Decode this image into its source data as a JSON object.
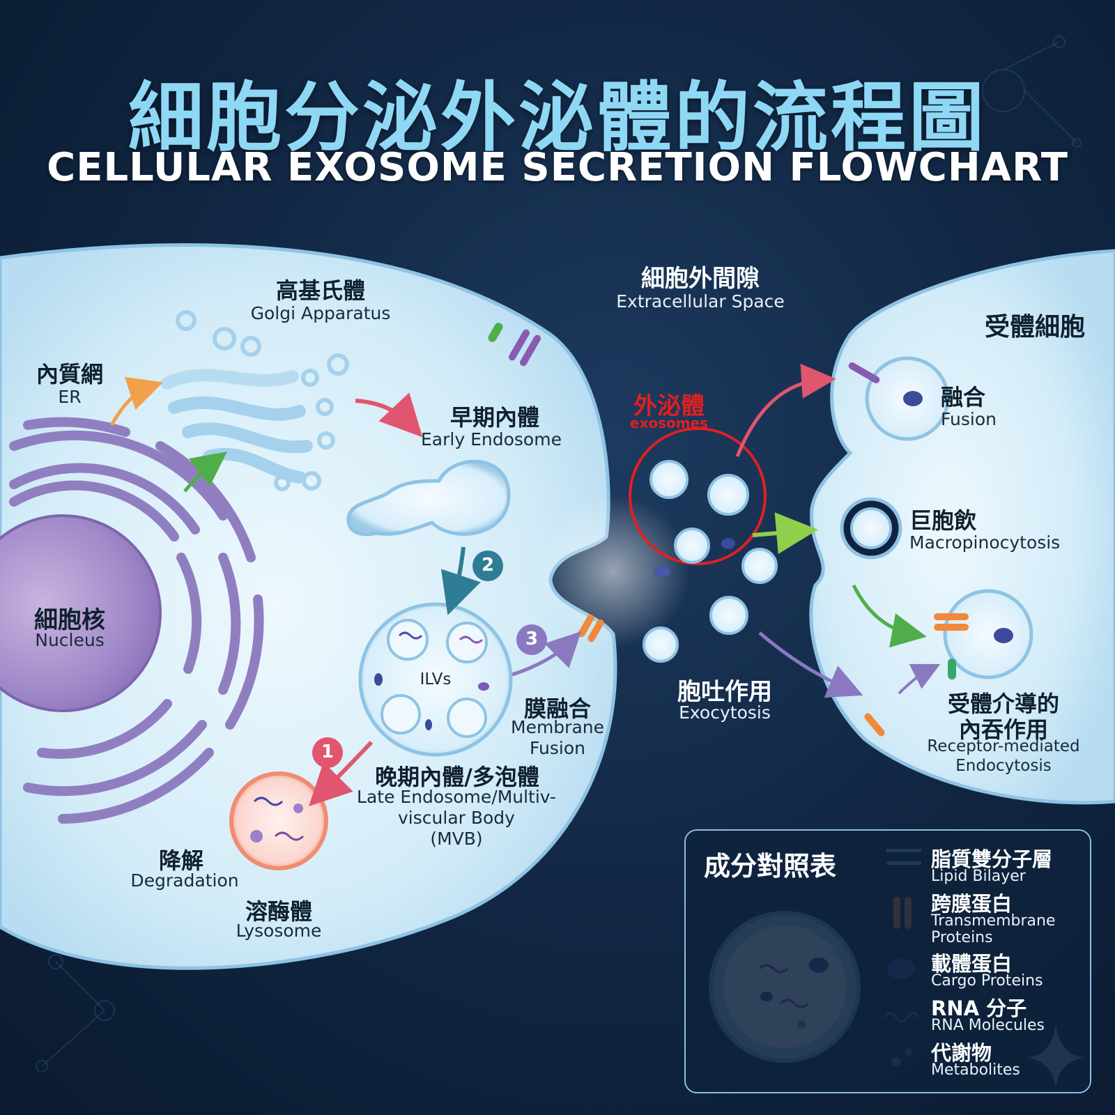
{
  "title": {
    "zh": "細胞分泌外泌體的流程圖",
    "en": "CELLULAR EXOSOME SECRETION FLOWCHART"
  },
  "labels": {
    "er": {
      "zh": "內質網",
      "en": "ER"
    },
    "golgi": {
      "zh": "高基氏體",
      "en": "Golgi Apparatus"
    },
    "early_endosome": {
      "zh": "早期內體",
      "en": "Early Endosome"
    },
    "nucleus": {
      "zh": "細胞核",
      "en": "Nucleus"
    },
    "ilvs": "ILVs",
    "late_endosome": {
      "zh": "晚期內體/多泡體",
      "en1": "Late Endosome/Multiv-",
      "en2": "viscular Body",
      "en3": "(MVB)"
    },
    "membrane_fusion": {
      "zh": "膜融合",
      "en1": "Membrane",
      "en2": "Fusion"
    },
    "degradation": {
      "zh": "降解",
      "en": "Degradation"
    },
    "lysosome": {
      "zh": "溶酶體",
      "en": "Lysosome"
    },
    "extracellular_space": {
      "zh": "細胞外間隙",
      "en": "Extracellular Space"
    },
    "exosomes": {
      "zh": "外泌體",
      "en": "exosomes"
    },
    "exocytosis": {
      "zh": "胞吐作用",
      "en": "Exocytosis"
    },
    "recipient_cell": {
      "zh": "受體細胞"
    },
    "fusion": {
      "zh": "融合",
      "en": "Fusion"
    },
    "macropinocytosis": {
      "zh": "巨胞飲",
      "en": "Macropinocytosis"
    },
    "receptor_mediated": {
      "zh1": "受體介導的",
      "zh2": "內吞作用",
      "en1": "Receptor-mediated",
      "en2": "Endocytosis"
    }
  },
  "steps": [
    "1",
    "2",
    "3"
  ],
  "legend": {
    "title": "成分對照表",
    "items": [
      {
        "zh": "脂質雙分子層",
        "en1": "Lipid Bilayer",
        "en2": "",
        "icon": "lipid-bilayer-icon"
      },
      {
        "zh": "跨膜蛋白",
        "en1": "Transmembrane",
        "en2": "Proteins",
        "icon": "transmembrane-protein-icon"
      },
      {
        "zh": "載體蛋白",
        "en1": "Cargo Proteins",
        "en2": "",
        "icon": "cargo-protein-icon"
      },
      {
        "zh": "RNA 分子",
        "en1": "RNA Molecules",
        "en2": "",
        "icon": "rna-icon"
      },
      {
        "zh": "代謝物",
        "en1": "Metabolites",
        "en2": "",
        "icon": "metabolite-icon"
      }
    ]
  },
  "colors": {
    "title": "#8fd8f5",
    "cell_fill": "#d8eef9",
    "cell_stroke": "#8ec3e4",
    "exosome_circle": "#e02020",
    "exosome_label": "#e02020",
    "step1": "#e0566e",
    "step2": "#2f7d94",
    "step3": "#8a78c0",
    "er": "#8f7fc0",
    "nucleus": "#9b82c2"
  }
}
